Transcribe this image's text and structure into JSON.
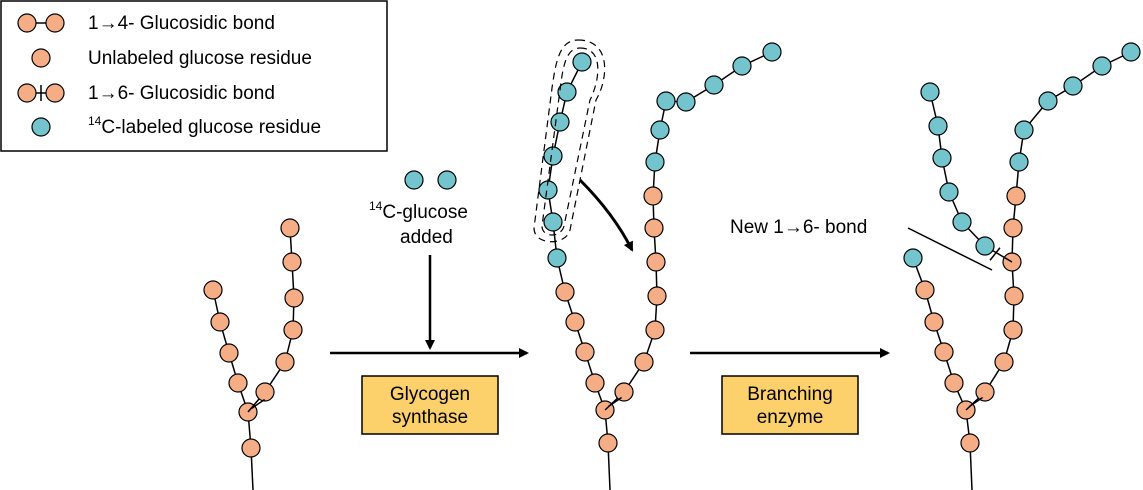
{
  "legend": {
    "items": [
      {
        "key": "14-bond",
        "label": "1→4- Glucosidic bond"
      },
      {
        "key": "unlabeled",
        "label": "Unlabeled glucose residue"
      },
      {
        "key": "16-bond",
        "label": "1→6- Glucosidic bond"
      },
      {
        "key": "labeled",
        "label": "C-labeled glucose residue",
        "superscript": "14"
      }
    ]
  },
  "labels": {
    "c14_superscript": "14",
    "c14_glucose": "C-glucose",
    "added": "added",
    "new_bond": "New 1→6- bond"
  },
  "enzymes": {
    "glycogen_synthase": {
      "line1": "Glycogen",
      "line2": "synthase"
    },
    "branching_enzyme": {
      "line1": "Branching",
      "line2": "enzyme"
    }
  },
  "colors": {
    "unlabeled": "#f5ad86",
    "labeled": "#73c4cc",
    "enzyme_box": "#fcd06b",
    "stroke": "#000000"
  },
  "icons": [
    "arrow-right-icon",
    "arrow-down-icon",
    "curved-arrow-icon"
  ]
}
